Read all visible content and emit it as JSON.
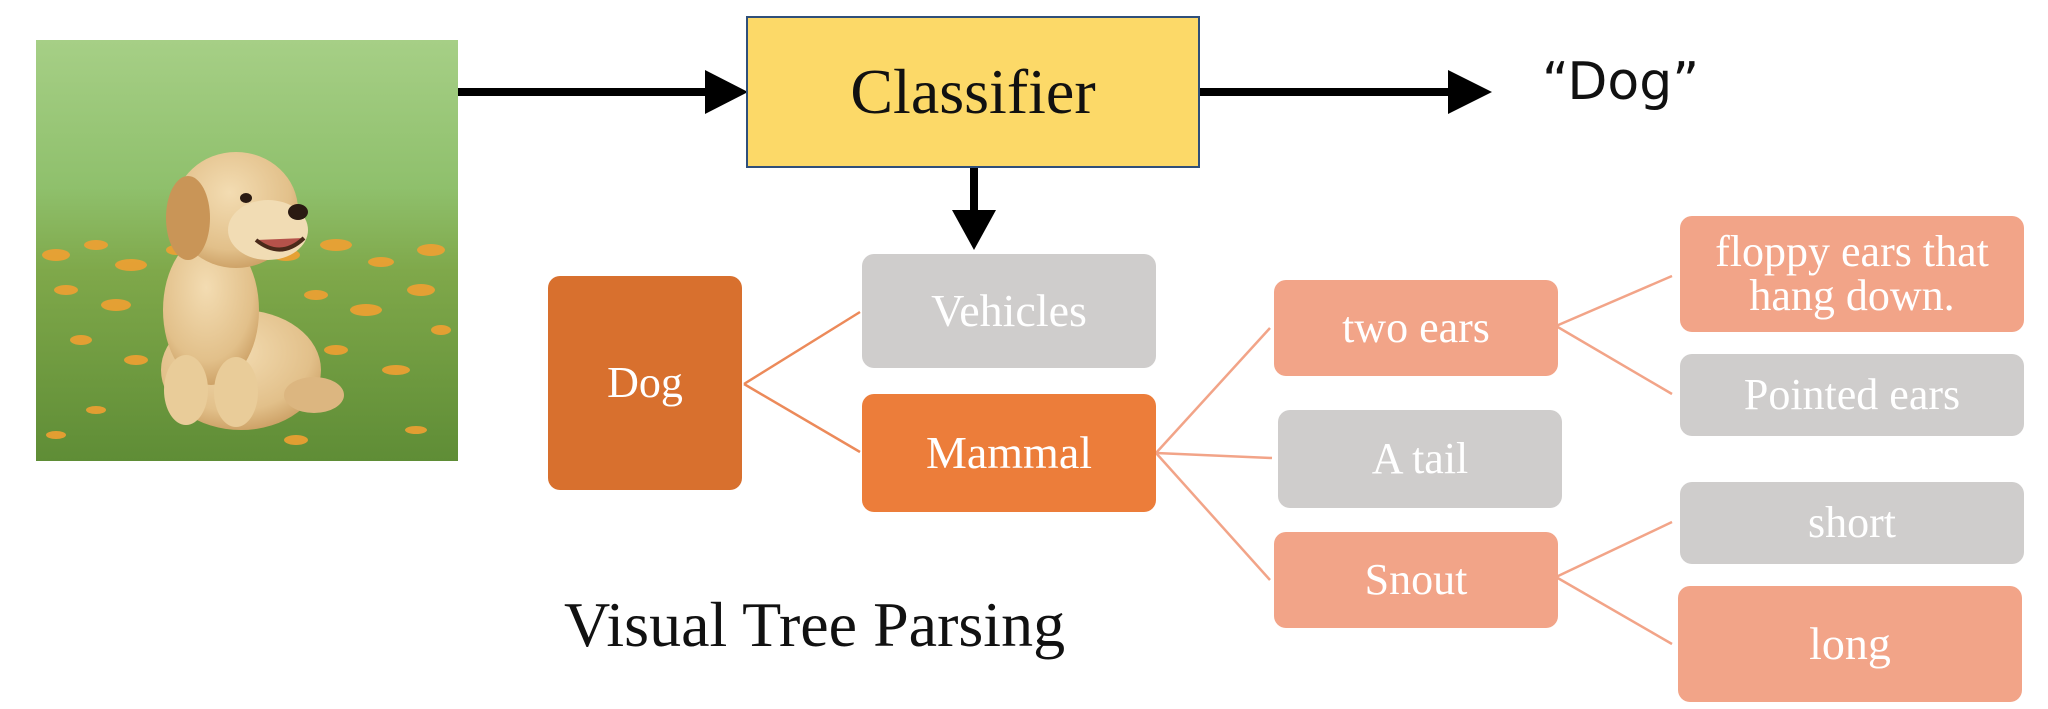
{
  "input_image": {
    "icon": "puppy-photo",
    "description_visible": false
  },
  "classifier": {
    "label": "Classifier"
  },
  "output": {
    "label": "“Dog”"
  },
  "tree": {
    "root": {
      "label": "Dog"
    },
    "level1": [
      {
        "label": "Vehicles",
        "state": "inactive"
      },
      {
        "label": "Mammal",
        "state": "active"
      }
    ],
    "level2": [
      {
        "label": "two ears",
        "state": "active"
      },
      {
        "label": "A tail",
        "state": "inactive"
      },
      {
        "label": "Snout",
        "state": "active"
      }
    ],
    "level3": [
      {
        "label": "floppy ears that hang down.",
        "line1": "floppy ears that",
        "line2": "hang down.",
        "state": "active"
      },
      {
        "label": "Pointed ears",
        "state": "inactive"
      },
      {
        "label": "short",
        "state": "inactive"
      },
      {
        "label": "long",
        "state": "active"
      }
    ]
  },
  "caption": "Visual Tree Parsing",
  "colors": {
    "root": "#d8702e",
    "mammal": "#ec7d3a",
    "salmon": "#f2a488",
    "gray": "#cfcdcc",
    "classifier_fill": "#fcd968",
    "classifier_border": "#2f4f7a",
    "connector": "#ec8a5a"
  }
}
